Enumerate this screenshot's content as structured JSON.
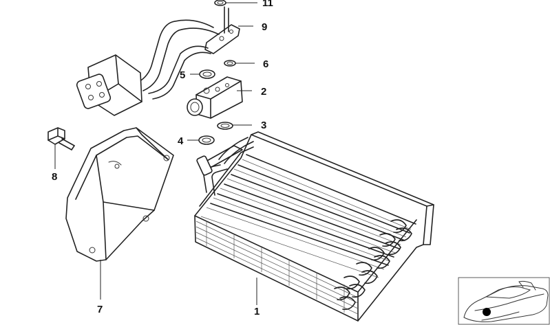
{
  "callouts": {
    "c1": "1",
    "c2": "2",
    "c3": "3",
    "c4": "4",
    "c5": "5",
    "c6": "6",
    "c7": "7",
    "c8": "8",
    "c9": "9",
    "c11": "11"
  },
  "colors": {
    "line": "#222222",
    "marker_dot": "#000000",
    "background": "#ffffff"
  },
  "icons": {
    "locator": "car-silhouette-icon"
  }
}
